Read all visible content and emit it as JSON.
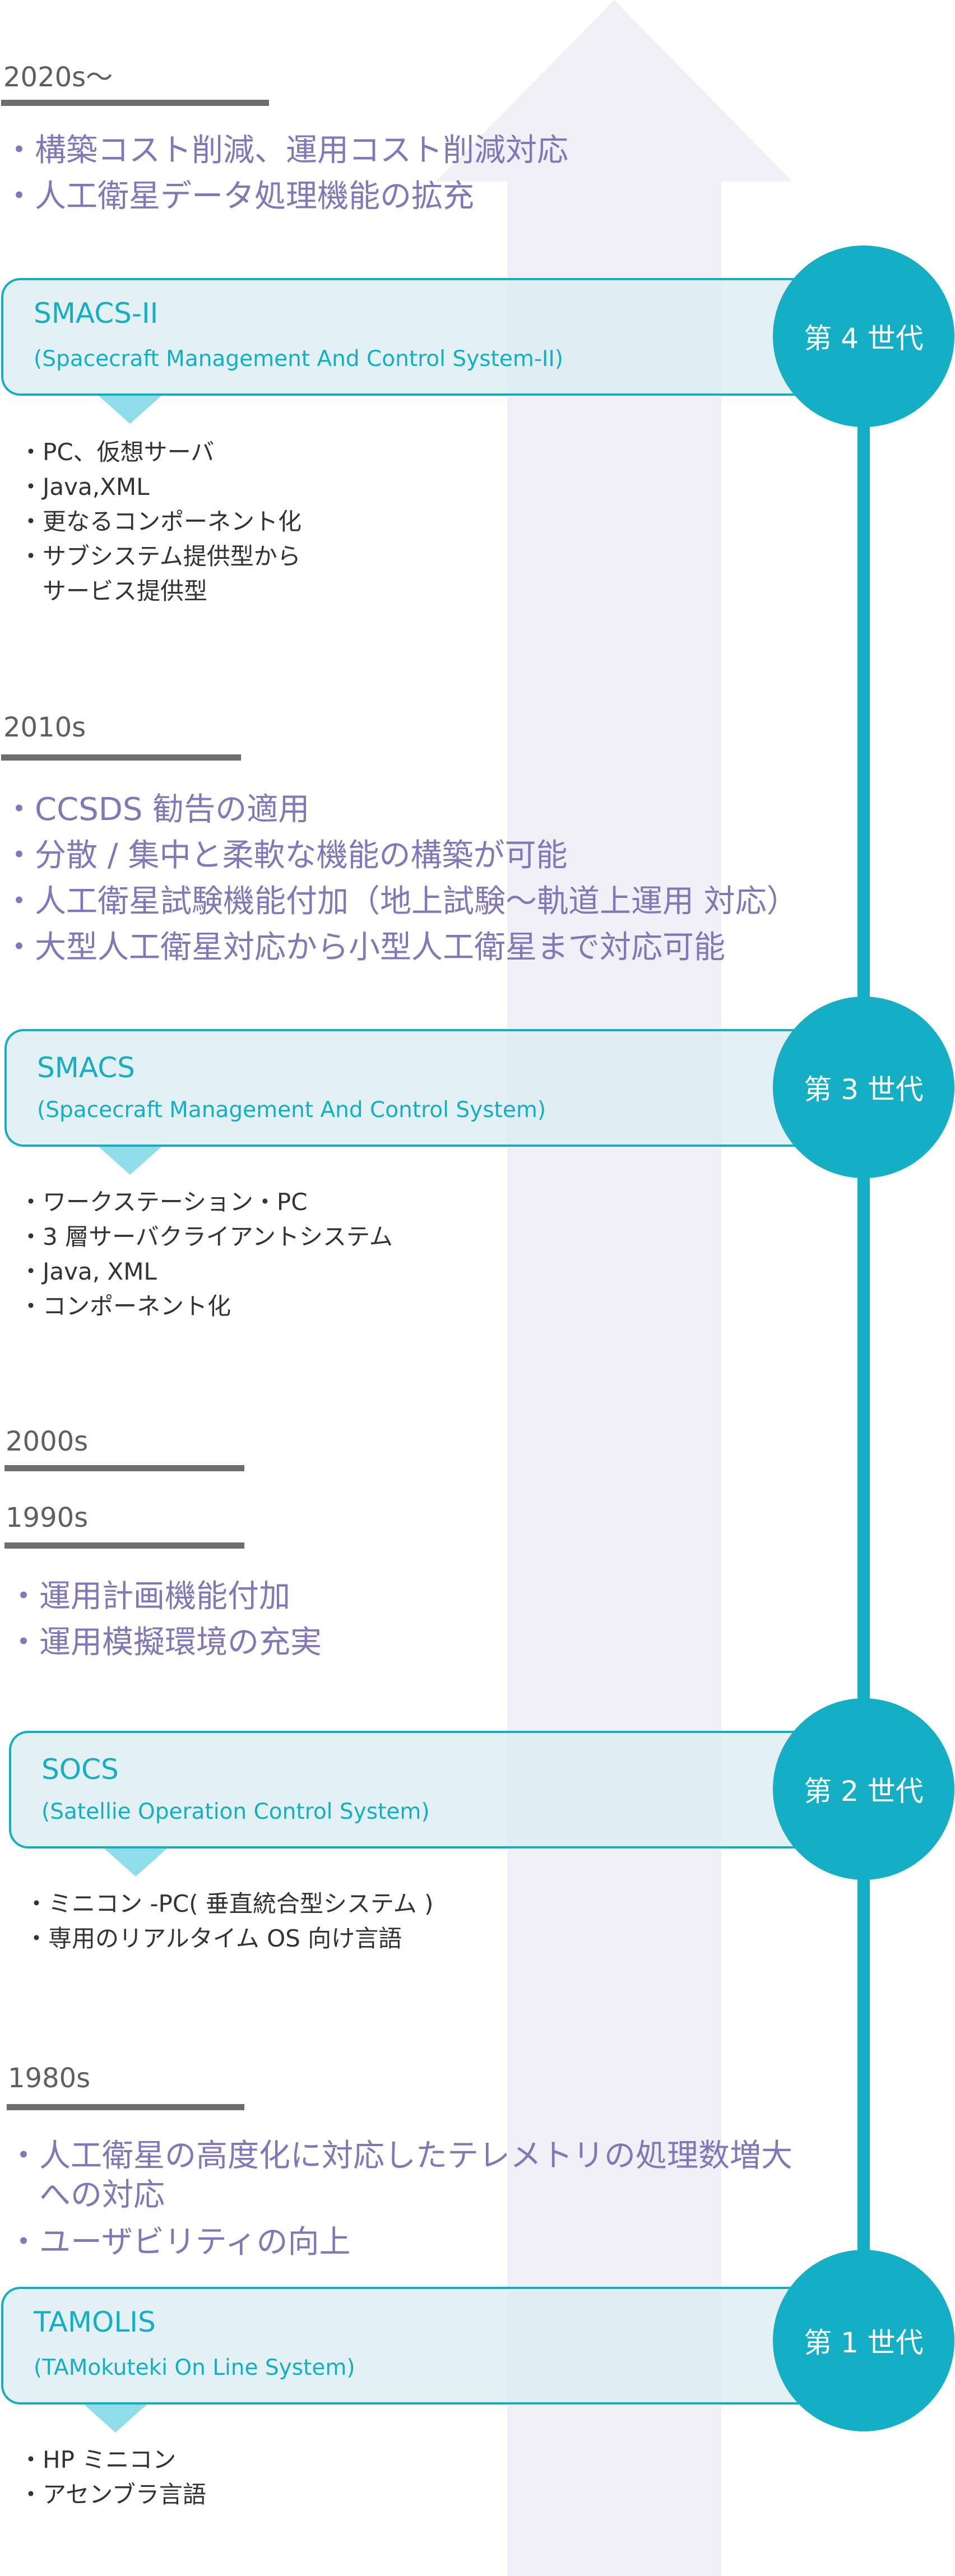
{
  "colors": {
    "accent": "#14afc4",
    "feature_text": "#8277b8",
    "arrow_bg": "#f1f0f7",
    "card_bg": "#dceef2"
  },
  "eras": [
    {
      "label": "2020s〜"
    },
    {
      "label": "2010s"
    },
    {
      "label": "2000s"
    },
    {
      "label": "1990s"
    },
    {
      "label": "1980s"
    }
  ],
  "features": {
    "f2020": [
      "・構築コスト削減、運用コスト削減対応",
      "・人工衛星データ処理機能の拡充"
    ],
    "f2010": [
      "・CCSDS 勧告の適用",
      "・分散 / 集中と柔軟な機能の構築が可能",
      "・人工衛星試験機能付加（地上試験〜軌道上運用 対応）",
      "・大型人工衛星対応から小型人工衛星まで対応可能"
    ],
    "f1990": [
      "・運用計画機能付加",
      "・運用模擬環境の充実"
    ],
    "f1980": [
      "・人工衛星の高度化に対応したテレメトリの処理数増大",
      "　への対応",
      "・ユーザビリティの向上"
    ]
  },
  "systems": [
    {
      "name": "SMACS-II",
      "full_name": "(Spacecraft Management And Control System-II)",
      "generation": "第 4 世代",
      "specs": [
        "・PC、仮想サーバ",
        "・Java,XML",
        "・更なるコンポーネント化",
        "・サブシステム提供型から",
        "　サービス提供型"
      ]
    },
    {
      "name": "SMACS",
      "full_name": "(Spacecraft Management And Control System)",
      "generation": "第 3 世代",
      "specs": [
        "・ワークステーション・PC",
        "・3 層サーバクライアントシステム",
        "・Java, XML",
        "・コンポーネント化"
      ]
    },
    {
      "name": "SOCS",
      "full_name": "(Satellie Operation Control System)",
      "generation": "第 2 世代",
      "specs": [
        "・ミニコン -PC( 垂直統合型システム )",
        "・専用のリアルタイム OS 向け言語"
      ]
    },
    {
      "name": "TAMOLIS",
      "full_name": "(TAMokuteki On Line System)",
      "generation": "第 1 世代",
      "specs": [
        "・HP ミニコン",
        "・アセンブラ言語"
      ]
    }
  ]
}
